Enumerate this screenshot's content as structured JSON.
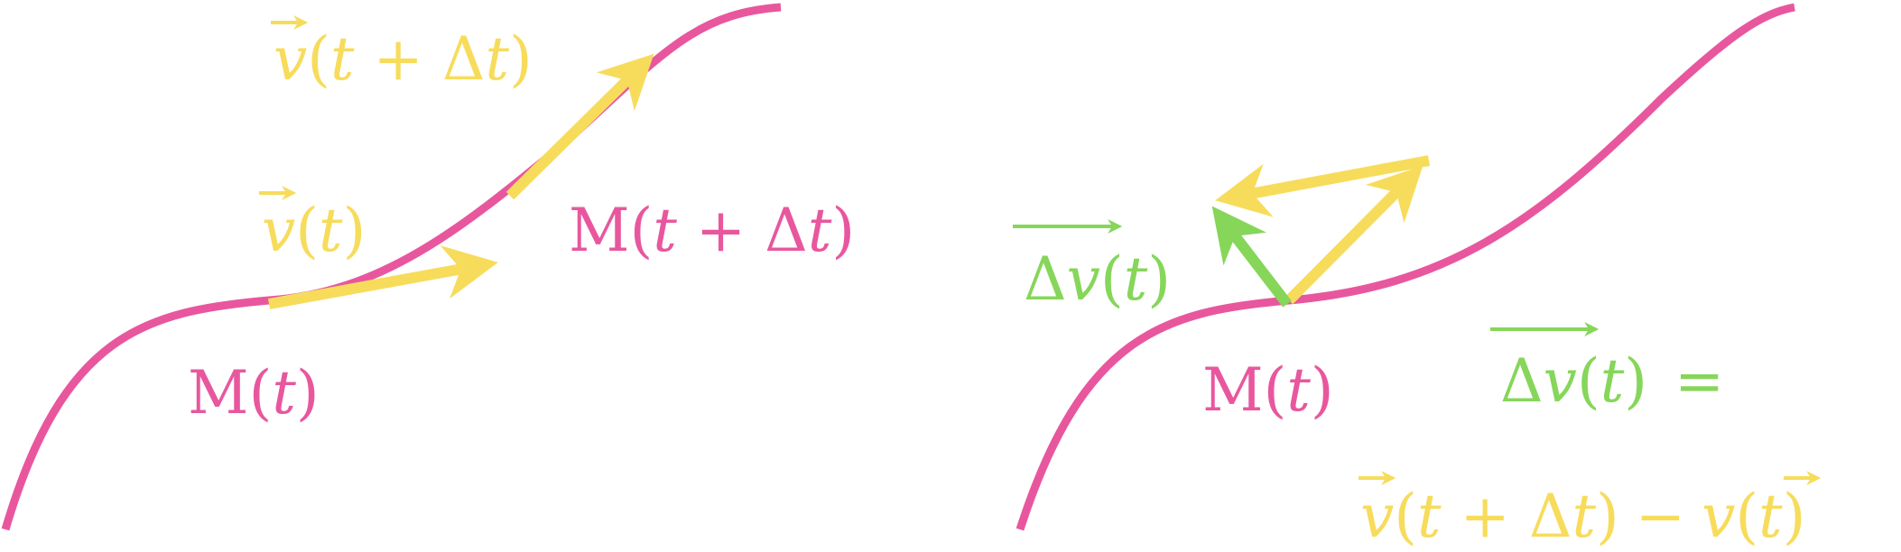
{
  "colors": {
    "curve": "#e8579e",
    "velocity": "#f7dc5c",
    "delta": "#86d65a"
  },
  "left_panel": {
    "point_t": {
      "base": "M",
      "open": "(",
      "var": "t",
      "close": ")"
    },
    "point_t_dt": {
      "base": "M",
      "open": "(",
      "var": "t",
      "plus": " + ",
      "delta": "Δ",
      "var2": "t",
      "close": ")"
    },
    "v_t": {
      "vec": "v",
      "open": "(",
      "var": "t",
      "close": ")"
    },
    "v_t_dt": {
      "vec": "v",
      "open": "(",
      "var": "t",
      "plus": " + ",
      "delta": "Δ",
      "var2": "t",
      "close": ")"
    }
  },
  "right_panel": {
    "point_t": {
      "base": "M",
      "open": "(",
      "var": "t",
      "close": ")"
    },
    "dv_label": {
      "delta": "Δ",
      "vec": "v",
      "open": "(",
      "var": "t",
      "close": ")"
    },
    "equation": {
      "lhs_delta": "Δ",
      "lhs_vec": "v",
      "lhs_open": "(",
      "lhs_var": "t",
      "lhs_close": ")",
      "equals": "=",
      "r1_vec": "v",
      "r1_open": "(",
      "r1_var": "t",
      "r1_plus": " + ",
      "r1_delta": "Δ",
      "r1_var2": "t",
      "r1_close": ")",
      "minus": "−",
      "r2_vec": "v",
      "r2_open": "(",
      "r2_var": "t",
      "r2_close": ")"
    }
  }
}
